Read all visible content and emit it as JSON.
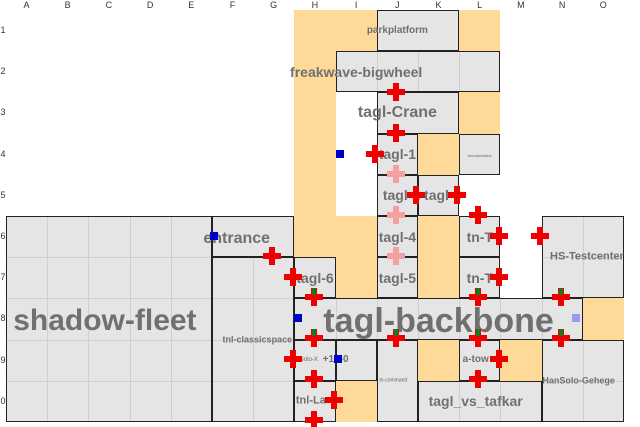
{
  "columns": [
    "A",
    "B",
    "C",
    "D",
    "E",
    "F",
    "G",
    "H",
    "I",
    "J",
    "K",
    "L",
    "M",
    "N",
    "O"
  ],
  "rows": [
    "1",
    "2",
    "3",
    "4",
    "5",
    "6",
    "7",
    "8",
    "9",
    "0"
  ],
  "colors": {
    "area_fill": "#e5e5e5",
    "highlight": "#ffd998",
    "border": "#222222",
    "cross": "#ee0000",
    "flag": "#0000cc"
  },
  "areas": [
    {
      "id": "parkplatform",
      "label": "parkplatform"
    },
    {
      "id": "freakwave-bigwheel",
      "label": "freakwave-bigwheel"
    },
    {
      "id": "tagl-crane",
      "label": "tagl-Crane"
    },
    {
      "id": "tagl-1",
      "label": "tagl-1"
    },
    {
      "id": "tagl-2",
      "label": "tagl-2"
    },
    {
      "id": "tagl-3",
      "label": "tagl-3"
    },
    {
      "id": "tagl-4",
      "label": "tagl-4"
    },
    {
      "id": "tagl-5",
      "label": "tagl-5"
    },
    {
      "id": "tagl-6",
      "label": "tagl-6"
    },
    {
      "id": "tn-t1",
      "label": "tn-T"
    },
    {
      "id": "tn-t2",
      "label": "tn-T"
    },
    {
      "id": "entrance",
      "label": "entrance"
    },
    {
      "id": "shadow-fleet",
      "label": "shadow-fleet"
    },
    {
      "id": "tagl-backbone",
      "label": "tagl-backbone"
    },
    {
      "id": "hs-testcenter",
      "label": "HS-Testcenter"
    },
    {
      "id": "tnl-classicspace",
      "label": "tnl-classicspace"
    },
    {
      "id": "plus10",
      "label": "+10-0"
    },
    {
      "id": "a-tower",
      "label": "a-tow"
    },
    {
      "id": "hansolo-gehege",
      "label": "HanSolo-Gehege"
    },
    {
      "id": "tagl-vs-tafkar",
      "label": "tagl_vs_tafkar"
    },
    {
      "id": "tnl-la",
      "label": "tnl-La"
    },
    {
      "id": "tiny-1",
      "label": "bloodredwine"
    },
    {
      "id": "tiny-2",
      "label": "tn-command"
    },
    {
      "id": "tiny-3",
      "label": "Solo-X"
    }
  ]
}
